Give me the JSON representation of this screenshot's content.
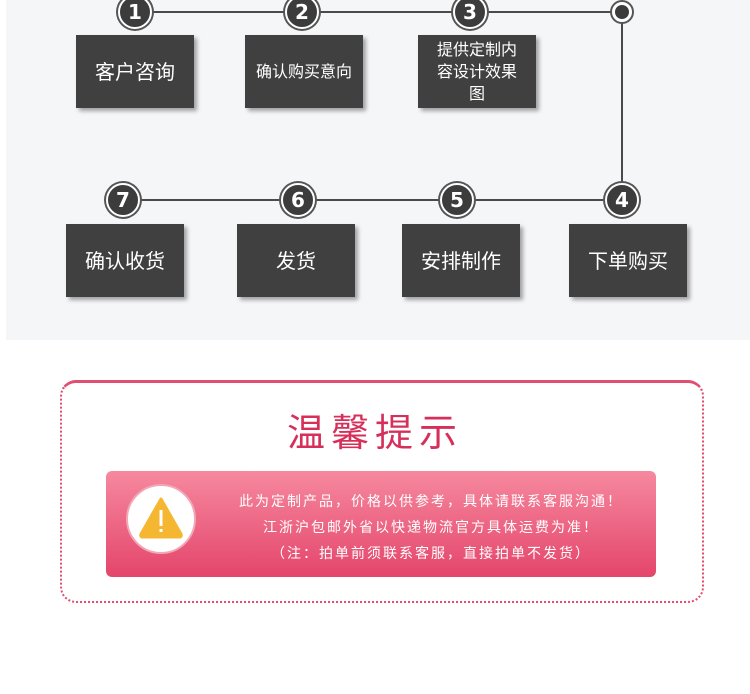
{
  "flow": {
    "steps": [
      {
        "num": "1",
        "label": "客户咨询"
      },
      {
        "num": "2",
        "label": "确认购买意向"
      },
      {
        "num": "3",
        "label": "提供定制内容设计效果图"
      },
      {
        "num": "4",
        "label": "下单购买"
      },
      {
        "num": "5",
        "label": "安排制作"
      },
      {
        "num": "6",
        "label": "发货"
      },
      {
        "num": "7",
        "label": "确认收货"
      }
    ]
  },
  "notice": {
    "title": "温馨提示",
    "lines": [
      "此为定制产品，价格以供参考，具体请联系客服沟通！",
      "江浙沪包邮外省以快递物流官方具体运费为准！",
      "（注：拍单前须联系客服，直接拍单不发货）"
    ],
    "icon": "warning-icon",
    "accent": "#d6305a"
  }
}
